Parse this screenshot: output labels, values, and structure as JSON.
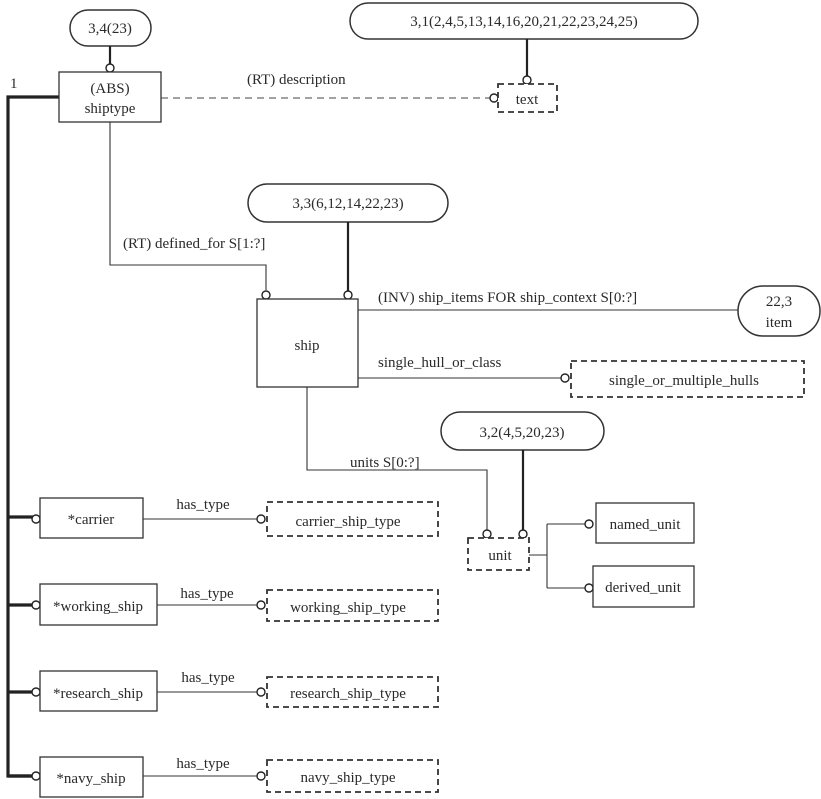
{
  "diagram": {
    "type": "EXPRESS-G schema diagram",
    "cardinality_label": "1",
    "entities": {
      "shiptype": {
        "line1": "(ABS)",
        "line2": "shiptype"
      },
      "ship": "ship",
      "named_unit": "named_unit",
      "derived_unit": "derived_unit",
      "carrier": "*carrier",
      "working_ship": "*working_ship",
      "research_ship": "*research_ship",
      "navy_ship": "*navy_ship"
    },
    "types": {
      "text": "text",
      "single_or_multiple_hulls": "single_or_multiple_hulls",
      "unit": "unit",
      "carrier_ship_type": "carrier_ship_type",
      "working_ship_type": "working_ship_type",
      "research_ship_type": "research_ship_type",
      "navy_ship_type": "navy_ship_type"
    },
    "page_refs": {
      "shiptype_ref": "3,4(23)",
      "text_ref": "3,1(2,4,5,13,14,16,20,21,22,23,24,25)",
      "ship_ref": "3,3(6,12,14,22,23)",
      "item_ref": {
        "line1": "22,3",
        "line2": "item"
      },
      "unit_ref": "3,2(4,5,20,23)"
    },
    "relations": {
      "description": "(RT) description",
      "defined_for": "(RT) defined_for  S[1:?]",
      "ship_items": "(INV) ship_items FOR ship_context  S[0:?]",
      "single_hull_or_class": "single_hull_or_class",
      "units": "units  S[0:?]",
      "carrier_has_type": "has_type",
      "working_has_type": "has_type",
      "research_has_type": "has_type",
      "navy_has_type": "has_type"
    }
  }
}
